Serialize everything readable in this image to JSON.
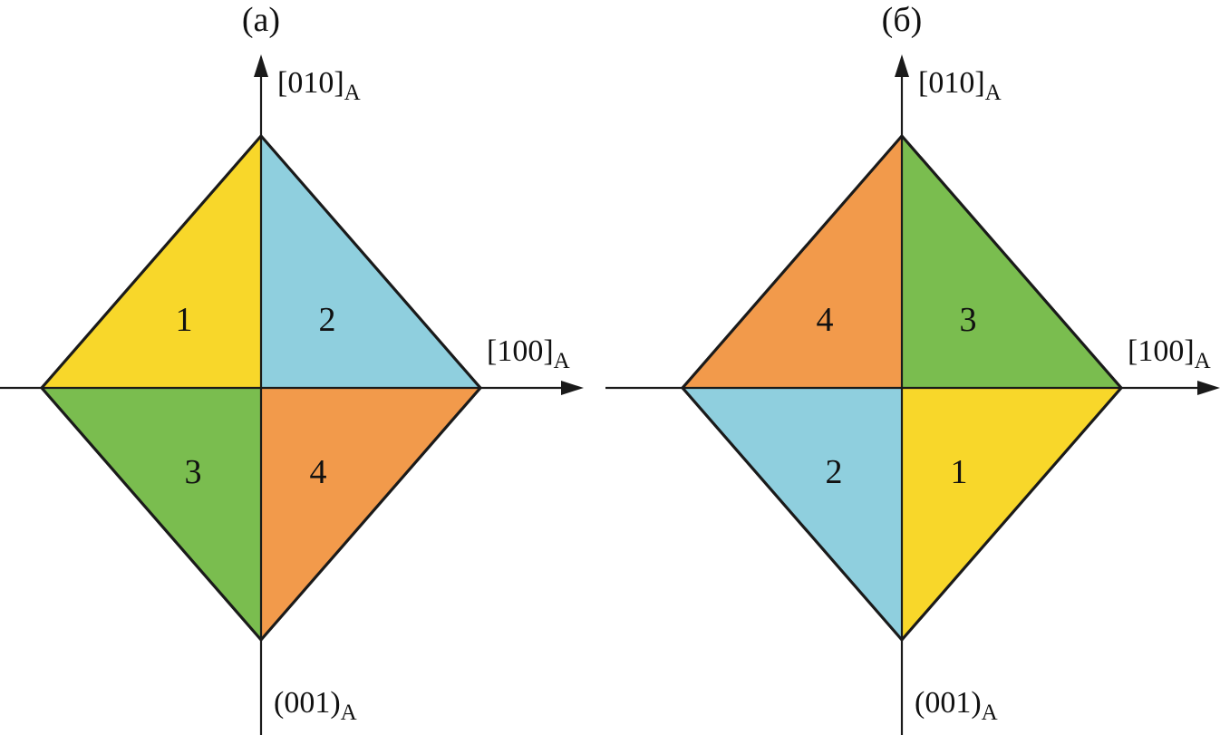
{
  "figure": {
    "background": "#ffffff",
    "line_color": "#1a1a1a",
    "panels": [
      {
        "label": "(а)",
        "y_axis_label": {
          "main": "[010]",
          "sub": "A"
        },
        "x_axis_label": {
          "main": "[100]",
          "sub": "A"
        },
        "plane_label": {
          "main": "(001)",
          "sub": "A"
        },
        "quadrants": {
          "top_left": {
            "number": "1",
            "color": "#F8D72A"
          },
          "top_right": {
            "number": "2",
            "color": "#8FCFDE"
          },
          "bottom_left": {
            "number": "3",
            "color": "#7ABD4F"
          },
          "bottom_right": {
            "number": "4",
            "color": "#F29A4B"
          }
        }
      },
      {
        "label": "(б)",
        "y_axis_label": {
          "main": "[010]",
          "sub": "A"
        },
        "x_axis_label": {
          "main": "[100]",
          "sub": "A"
        },
        "plane_label": {
          "main": "(001)",
          "sub": "A"
        },
        "quadrants": {
          "top_left": {
            "number": "4",
            "color": "#F29A4B"
          },
          "top_right": {
            "number": "3",
            "color": "#7ABD4F"
          },
          "bottom_left": {
            "number": "2",
            "color": "#8FCFDE"
          },
          "bottom_right": {
            "number": "1",
            "color": "#F8D72A"
          }
        }
      }
    ]
  }
}
